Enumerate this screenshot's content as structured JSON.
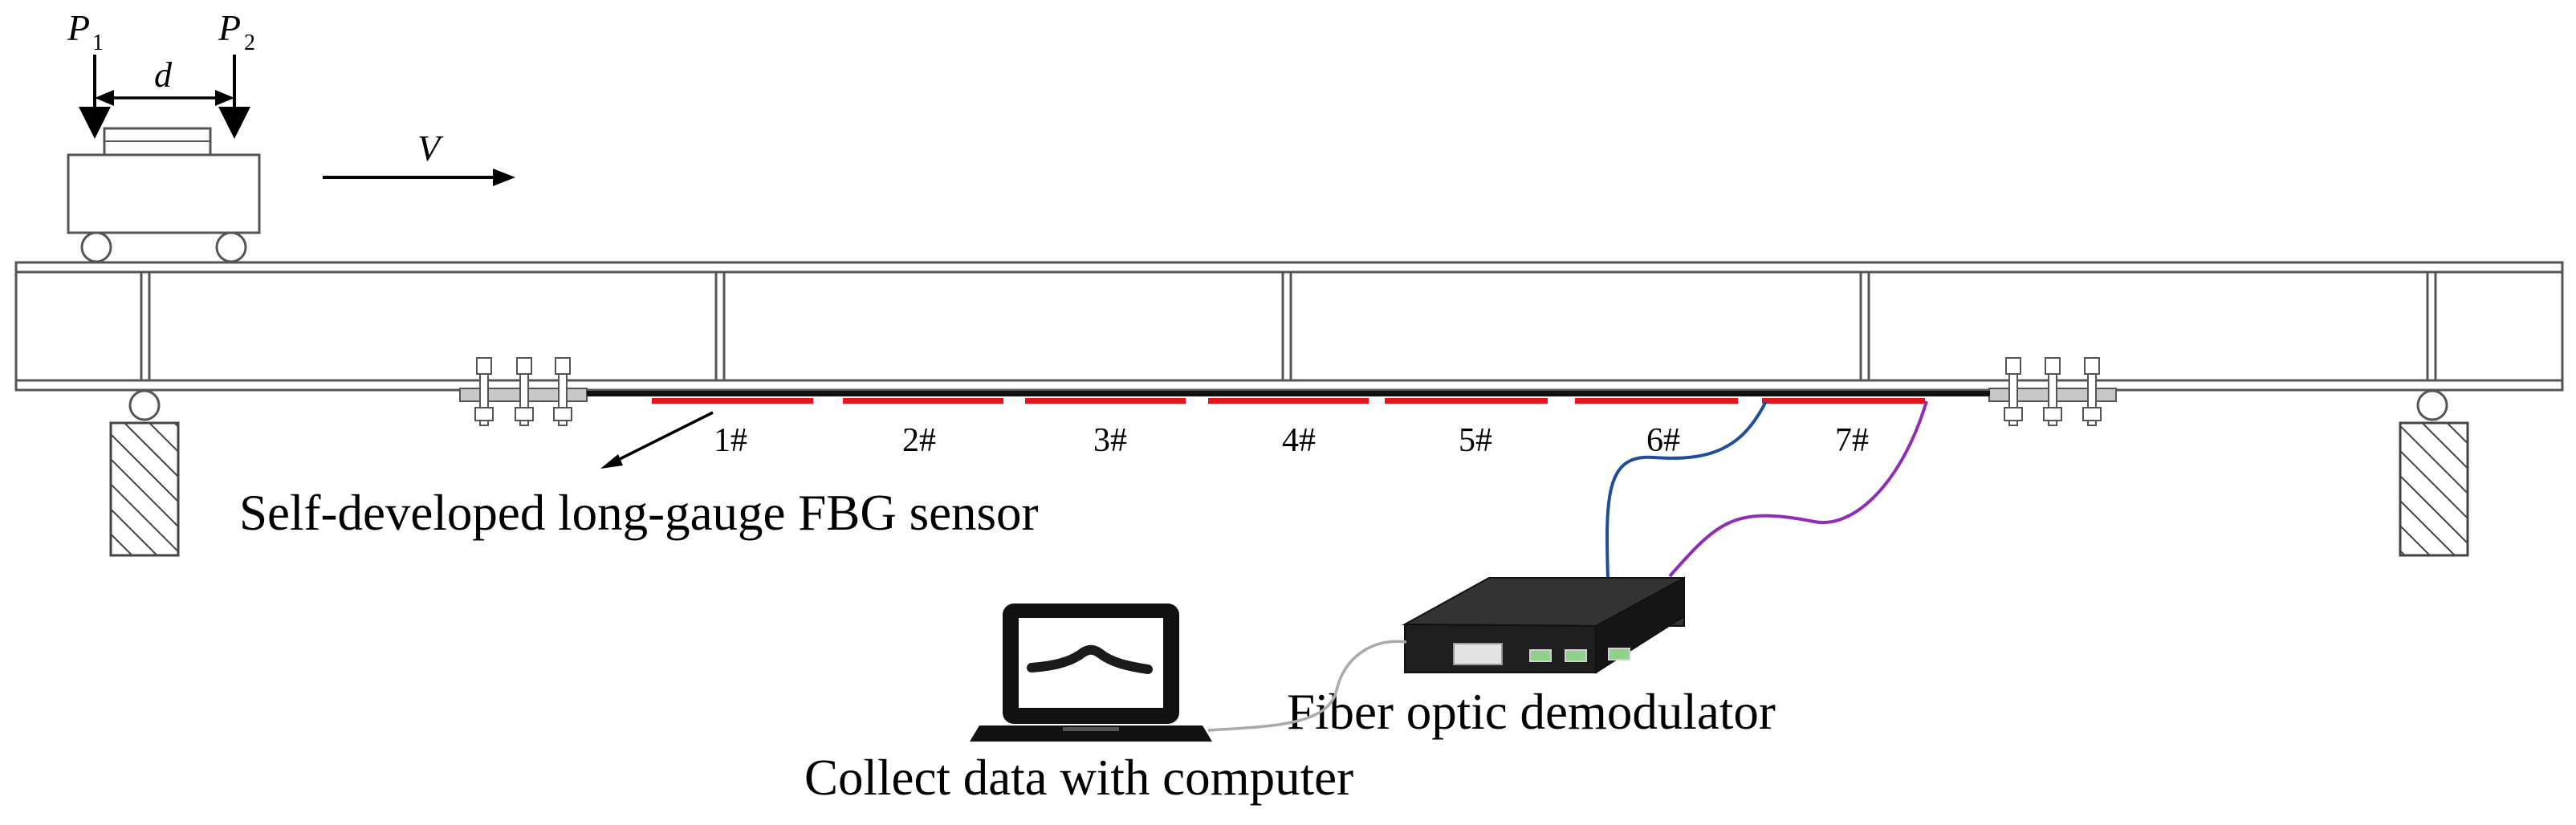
{
  "labels": {
    "p1": "P",
    "p1_sub": "1",
    "p2": "P",
    "p2_sub": "2",
    "d": "d",
    "v": "V",
    "sensor_caption": "Self-developed long-gauge FBG sensor",
    "demodulator_caption": "Fiber optic demodulator",
    "computer_caption": "Collect data with computer"
  },
  "sensors": [
    "1#",
    "2#",
    "3#",
    "4#",
    "5#",
    "6#",
    "7#"
  ],
  "colors": {
    "sensor": "#e8141c",
    "fiber_blue": "#1f4e9a",
    "fiber_purple": "#8e2db5",
    "demodulator_top": "#333333",
    "demodulator_side": "#151515",
    "port": "#8fd18c"
  }
}
